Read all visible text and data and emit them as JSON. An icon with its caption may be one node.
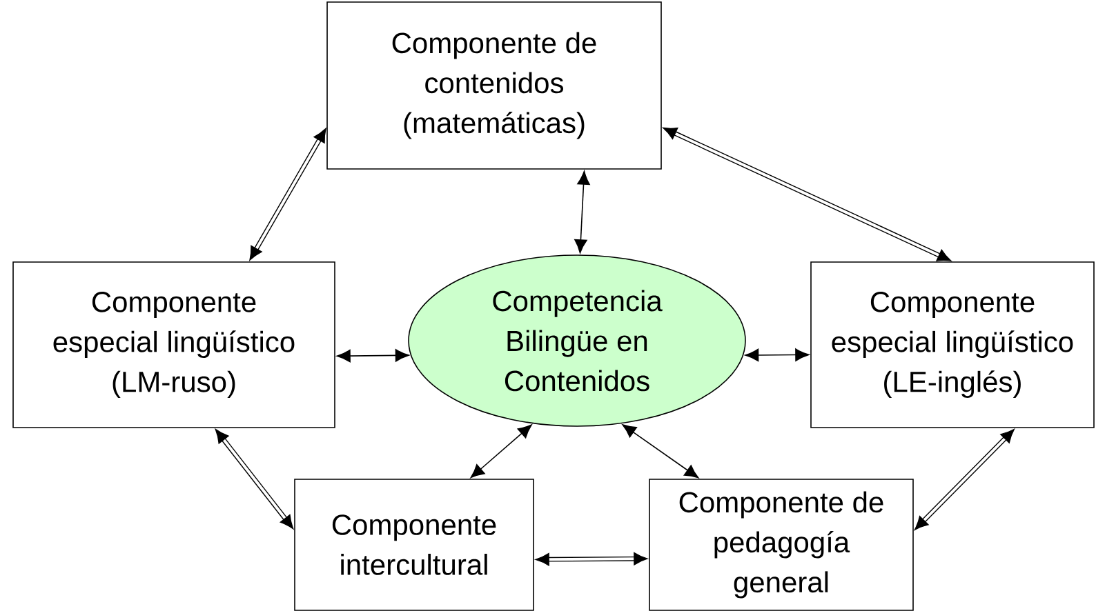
{
  "diagram": {
    "nodes": [
      {
        "text": [
          "Componente de contenidos (matemáticas)"
        ]
      },
      {
        "text": [
          "Componente especial lingüístico (LM-ruso)"
        ]
      },
      {
        "text": [
          "Competencia Bilingüe en Contenidos"
        ]
      },
      {
        "text": [
          "Componente especial lingüístico (LE-inglés)"
        ]
      },
      {
        "text": [
          "Componente intercultural"
        ]
      },
      {
        "text": [
          "Componente de pedagogía general"
        ]
      }
    ],
    "edges": [
      {
        "from": 0,
        "to": 1,
        "arrow": "both",
        "style": "thick"
      },
      {
        "from": 0,
        "to": 3,
        "arrow": "both",
        "style": "thick"
      },
      {
        "from": 0,
        "to": 2,
        "arrow": "both"
      },
      {
        "from": 1,
        "to": 2,
        "arrow": "both"
      },
      {
        "from": 2,
        "to": 3,
        "arrow": "both"
      },
      {
        "from": 1,
        "to": 4,
        "arrow": "both",
        "style": "thick"
      },
      {
        "from": 2,
        "to": 4,
        "arrow": "both"
      },
      {
        "from": 2,
        "to": 5,
        "arrow": "both"
      },
      {
        "from": 4,
        "to": 5,
        "arrow": "both",
        "style": "thick"
      },
      {
        "from": 3,
        "to": 5,
        "arrow": "both",
        "style": "thick"
      }
    ]
  }
}
